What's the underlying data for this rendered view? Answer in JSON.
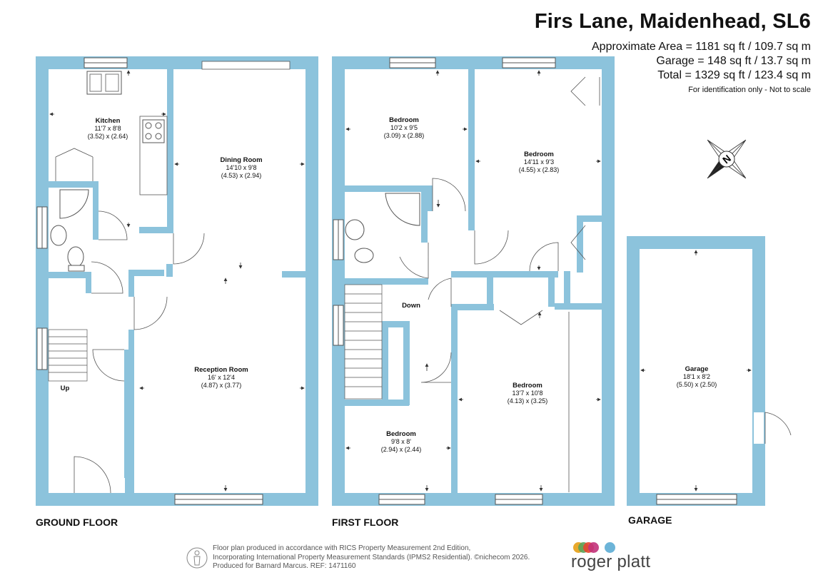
{
  "header": {
    "title": "Firs Lane, Maidenhead, SL6",
    "approx_area": "Approximate Area = 1181 sq ft / 109.7 sq m",
    "garage_area": "Garage = 148 sq ft / 13.7 sq m",
    "total_area": "Total = 1329 sq ft / 123.4 sq m",
    "note": "For identification only - Not to scale"
  },
  "floors": {
    "ground": "GROUND FLOOR",
    "first": "FIRST FLOOR",
    "garage": "GARAGE"
  },
  "rooms": {
    "kitchen": {
      "name": "Kitchen",
      "imperial": "11'7 x 8'8",
      "metric": "(3.52) x (2.64)"
    },
    "dining": {
      "name": "Dining Room",
      "imperial": "14'10 x 9'8",
      "metric": "(4.53) x (2.94)"
    },
    "reception": {
      "name": "Reception Room",
      "imperial": "16' x 12'4",
      "metric": "(4.87) x (3.77)"
    },
    "bed1": {
      "name": "Bedroom",
      "imperial": "10'2 x 9'5",
      "metric": "(3.09) x (2.88)"
    },
    "bed2": {
      "name": "Bedroom",
      "imperial": "14'11 x 9'3",
      "metric": "(4.55) x (2.83)"
    },
    "bed3": {
      "name": "Bedroom",
      "imperial": "13'7 x 10'8",
      "metric": "(4.13) x (3.25)"
    },
    "bed4": {
      "name": "Bedroom",
      "imperial": "9'8 x 8'",
      "metric": "(2.94) x (2.44)"
    },
    "garage": {
      "name": "Garage",
      "imperial": "18'1 x 8'2",
      "metric": "(5.50) x (2.50)"
    }
  },
  "stairs": {
    "up": "Up",
    "down": "Down"
  },
  "compass": {
    "letter": "N"
  },
  "footer": {
    "line1": "Floor plan produced in accordance with RICS Property Measurement 2nd Edition,",
    "line2": "Incorporating International Property Measurement Standards (IPMS2 Residential).  ©nichecom 2026.",
    "line3": "Produced for Barnard Marcus.   REF:  1471160"
  },
  "brand": {
    "name": "roger platt"
  },
  "colors": {
    "wall": "#8cc3dc",
    "line": "#555555",
    "dot1": "#e8452c",
    "dot2": "#e8a82c",
    "dot3": "#5aa25a",
    "dot4": "#c2327a",
    "dot5": "#6cb4d8"
  }
}
